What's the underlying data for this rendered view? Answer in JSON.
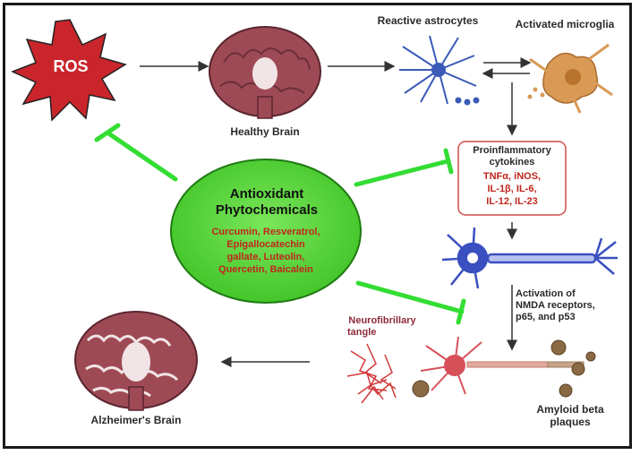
{
  "ros": {
    "label": "ROS"
  },
  "healthy_brain": {
    "label": "Healthy Brain"
  },
  "alzheimers_brain": {
    "label": "Alzheimer's Brain"
  },
  "reactive_astrocytes": {
    "label": "Reactive astrocytes"
  },
  "activated_microglia": {
    "label": "Activated microglia"
  },
  "cytokines_box": {
    "title_line1": "Proinflammatory",
    "title_line2": "cytokines",
    "line1": "TNFα, iNOS,",
    "line2": "IL-1β, IL-6,",
    "line3": "IL-12, IL-23"
  },
  "antioxidant": {
    "title_line1": "Antioxidant",
    "title_line2": "Phytochemicals",
    "line1": "Curcumin, Resveratrol,",
    "line2": "Epigallocatechin",
    "line3": "gallate, Luteolin,",
    "line4": "Quercetin, Baicalein"
  },
  "nmda": {
    "line1": "Activation of",
    "line2": "NMDA receptors,",
    "line3": "p65, and p53"
  },
  "tangle": {
    "line1": "Neurofibrillary",
    "line2": "tangle"
  },
  "amyloid": {
    "line1": "Amyloid beta",
    "line2": "plaques"
  },
  "colors": {
    "inhibit_green": "#33dd33",
    "ellipse_fill": "#55d63a",
    "brain_fill": "#9e4a55",
    "ros_red": "#c9252b",
    "text_red": "#c0261d",
    "neuron_blue": "#3a4fc0",
    "astrocyte_blue": "#3b5bb8",
    "microglia_orange": "#d89a55"
  }
}
